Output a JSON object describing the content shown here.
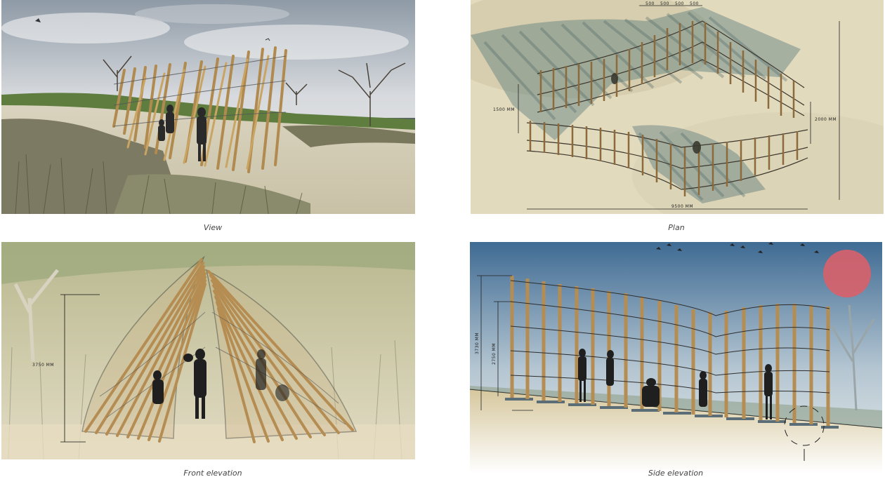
{
  "captions": {
    "view": "View",
    "plan": "Plan",
    "front": "Front elevation",
    "side": "Side elevation"
  },
  "plan_dims": {
    "top": [
      "500",
      "500",
      "500",
      "500"
    ],
    "left": "1500 MM",
    "right": "2000 MM",
    "bottom": "9500 MM"
  },
  "front_dims": {
    "height": "3750 MM"
  },
  "side_dims": {
    "outer": "3730 MM",
    "inner": "2750 MM"
  }
}
